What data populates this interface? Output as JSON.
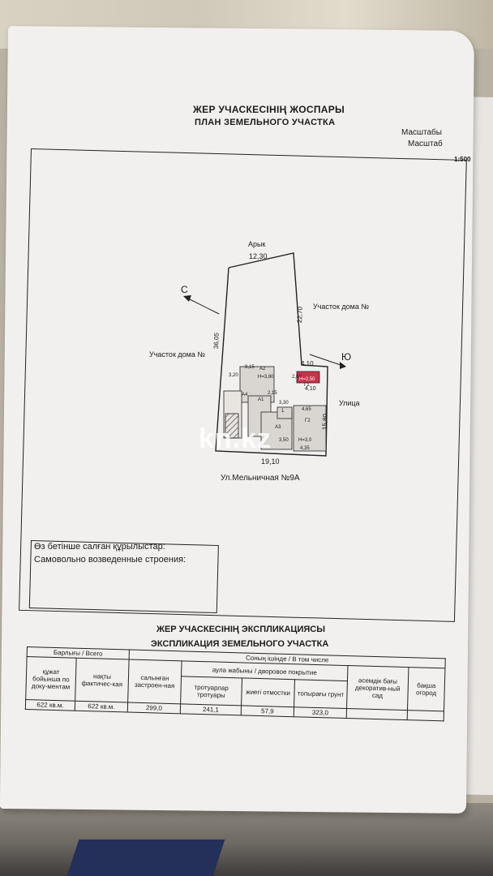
{
  "header": {
    "title_kz": "ЖЕР УЧАСКЕСІНІҢ ЖОСПАРЫ",
    "title_ru": "ПЛАН ЗЕМЕЛЬНОГО УЧАСТКА",
    "scale_label_kz": "Масштабы",
    "scale_label_ru": "Масштаб",
    "scale_value": "1:500"
  },
  "plan": {
    "ditch_label": "Арык",
    "top_width": "12,30",
    "north_label": "С",
    "south_label": "Ю",
    "neighbor_left": "Участок дома №",
    "neighbor_right": "Участок дома №",
    "street_label": "Улица",
    "address": "Ул.Мельничная №9А",
    "dim_left_side": "36,05",
    "dim_right_upper": "22,70",
    "dim_step_top": "4,10",
    "dim_step_bottom": "4,10",
    "dim_right_lower": "15,80",
    "dim_bottom": "19,10",
    "building_labels": [
      "А2",
      "А1",
      "А4",
      "Г1",
      "Г2",
      "1",
      "А3"
    ],
    "building_small_dims": [
      "8,15",
      "3,20",
      "Н=3,80",
      "2,15",
      "3,30",
      "4,65",
      "3,50",
      "4,35",
      "Н=3,0",
      "2,60",
      "Н=2,50"
    ],
    "watermark": "kn.kz"
  },
  "structures": {
    "label_kz": "Өз бетінше салған құрылыстар:",
    "label_ru": "Самовольно возведенные строения:"
  },
  "explication": {
    "title_kz": "ЖЕР УЧАСКЕСІНІҢ ЭКСПЛИКАЦИЯСЫ",
    "title_ru": "ЭКСПЛИКАЦИЯ ЗЕМЕЛЬНОГО УЧАСТКА",
    "total_header": "Барлығы / Всего",
    "including_header": "Соның ішінде / В том числе",
    "yard_header": "аула жабыны / дворовое покрытие",
    "columns": {
      "by_docs": "құжат бойынша по доку-ментам",
      "actual": "нақты фактичес-кая",
      "built": "салынған застроен-ная",
      "sidewalks": "тротуарлар тротуары",
      "blind_area": "жиегі отмостки",
      "ground": "топырағы грунт",
      "garden": "әсемдік бағы декоратив-ный сад",
      "kitchen_garden": "бақша огород"
    },
    "values": {
      "by_docs": "622 кв.м.",
      "actual": "622 кв.м.",
      "built": "299,0",
      "sidewalks": "241,1",
      "blind_area": "57,9",
      "ground": "323,0",
      "garden": "",
      "kitchen_garden": ""
    }
  }
}
